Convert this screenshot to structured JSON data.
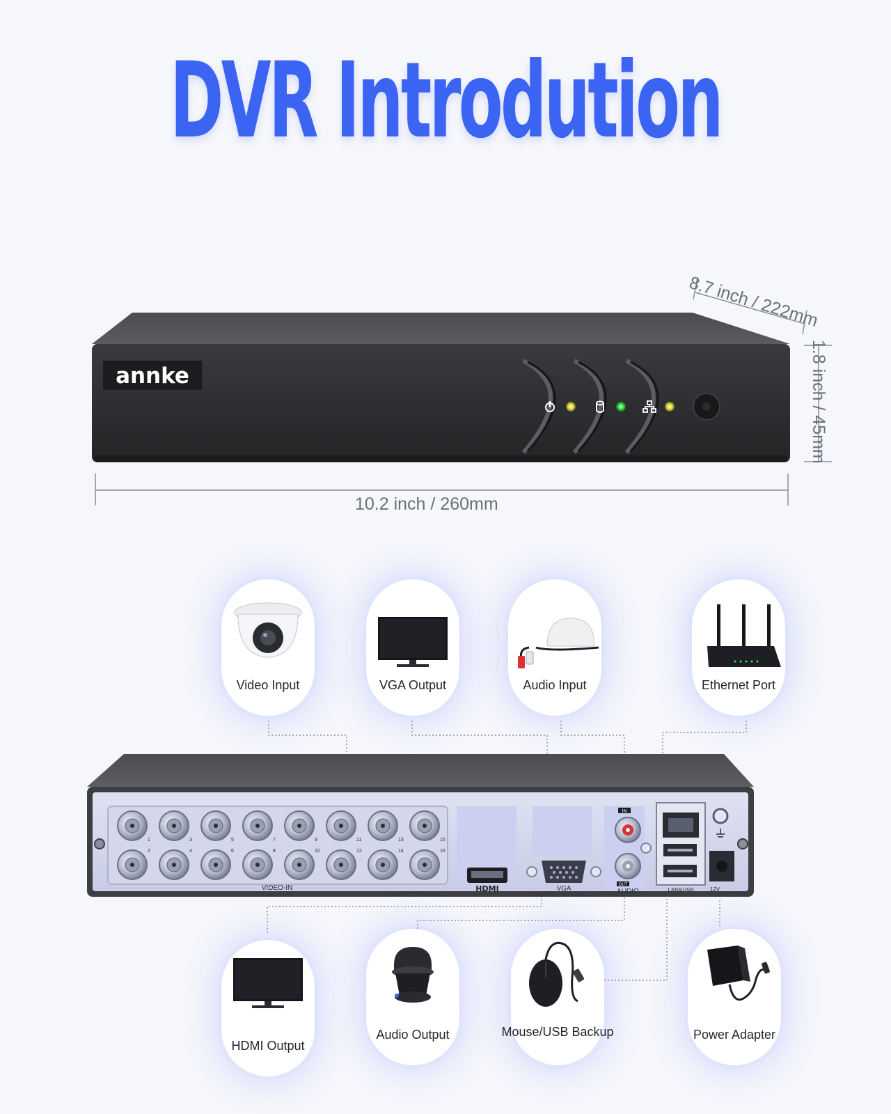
{
  "title": "DVR Introdution",
  "brand": "annke",
  "dimensions": {
    "width": "10.2 inch / 260mm",
    "depth": "8.7 inch / 222mm",
    "height": "1.8 inch / 45mm"
  },
  "ports": {
    "top": [
      "Video Input",
      "VGA Output",
      "Audio Input",
      "Ethernet Port"
    ],
    "bottom": [
      "HDMI Output",
      "Audio Output",
      "Mouse/USB Backup",
      "Power Adapter"
    ]
  },
  "rear_panel": {
    "video_in": "VIDEO-IN",
    "hdmi": "HDMI",
    "vga": "VGA",
    "audio": "AUDIO",
    "audio_in": "IN",
    "audio_out": "OUT",
    "lan_usb": "LAN&USB",
    "power": "12V",
    "channels": [
      "1",
      "2",
      "3",
      "4",
      "5",
      "6",
      "7",
      "8",
      "9",
      "10",
      "11",
      "12",
      "13",
      "14",
      "15",
      "16"
    ]
  },
  "colors": {
    "title": "#3b64f2",
    "led_power": "#e6e04a",
    "led_hdd": "#3ee24a",
    "led_net": "#e6e04a",
    "card_glow": "#8c9cff"
  }
}
